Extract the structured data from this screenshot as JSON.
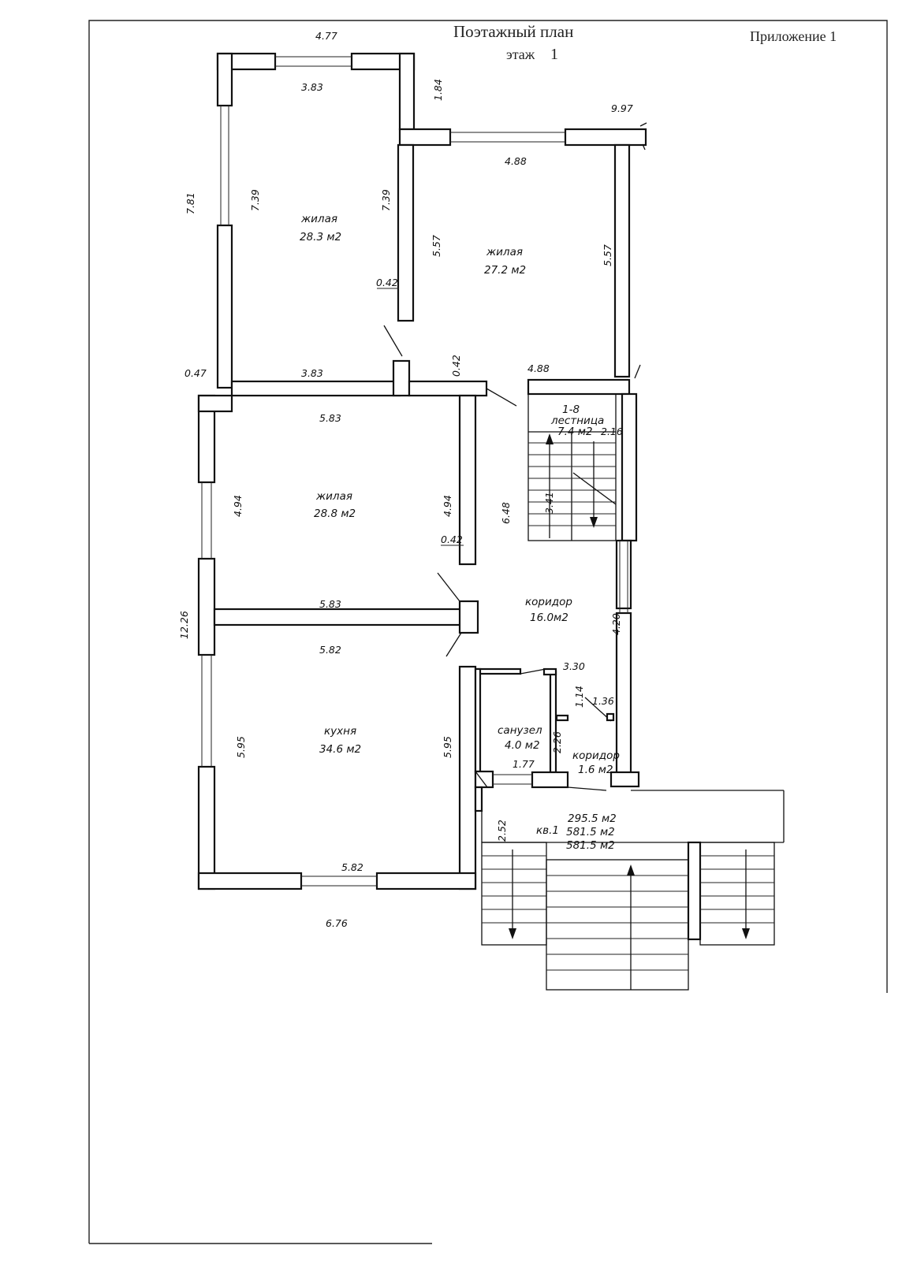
{
  "header": {
    "title": "Поэтажный план",
    "floor_label": "этаж",
    "floor_number": "1",
    "appendix": "Приложение 1"
  },
  "rooms": [
    {
      "name": "жилая",
      "area": "28.3 м2"
    },
    {
      "name": "жилая",
      "area": "27.2 м2"
    },
    {
      "name": "жилая",
      "area": "28.8 м2"
    },
    {
      "name": "кухня",
      "area": "34.6 м2"
    },
    {
      "code": "1-8",
      "name": "лестница",
      "area": "7.4 м2"
    },
    {
      "name": "коридор",
      "area": "16.0м2"
    },
    {
      "name": "санузел",
      "area": "4.0 м2"
    },
    {
      "name": "коридор",
      "area": "1.6 м2"
    }
  ],
  "summary": {
    "apartment": "кв.1",
    "area_1": "295.5 м2",
    "area_2": "581.5 м2",
    "area_3": "581.5 м2"
  },
  "dimensions": {
    "top_width": "4.77",
    "room1_top": "3.83",
    "wing_offset": "1.84",
    "overall_width": "9.97",
    "room2_top": "4.88",
    "left_upper": "7.81",
    "room1_left": "7.39",
    "room1_right": "7.39",
    "room2_left": "5.57",
    "room2_right": "5.57",
    "wall1": "0.42",
    "wall2": "0.42",
    "room1_bottom": "3.83",
    "room2_bottom": "4.88",
    "offset_047": "0.47",
    "room3_top": "5.83",
    "room3_left": "4.94",
    "room3_right": "4.94",
    "corridor_len": "6.48",
    "stair_len": "3.41",
    "stair_width": "2.16",
    "wall3": "0.42",
    "room3_bottom": "5.83",
    "left_total": "12.26",
    "corridor_width": "4.20",
    "room4_top": "5.82",
    "corr_bottom": "3.30",
    "bath_door": "1.14",
    "small_corr": "1.36",
    "room4_left": "5.95",
    "room4_right": "5.95",
    "bath_depth": "2.26",
    "bath_width": "1.77",
    "porch_depth": "2.52",
    "room4_bottom": "5.82",
    "bottom_width": "6.76"
  }
}
